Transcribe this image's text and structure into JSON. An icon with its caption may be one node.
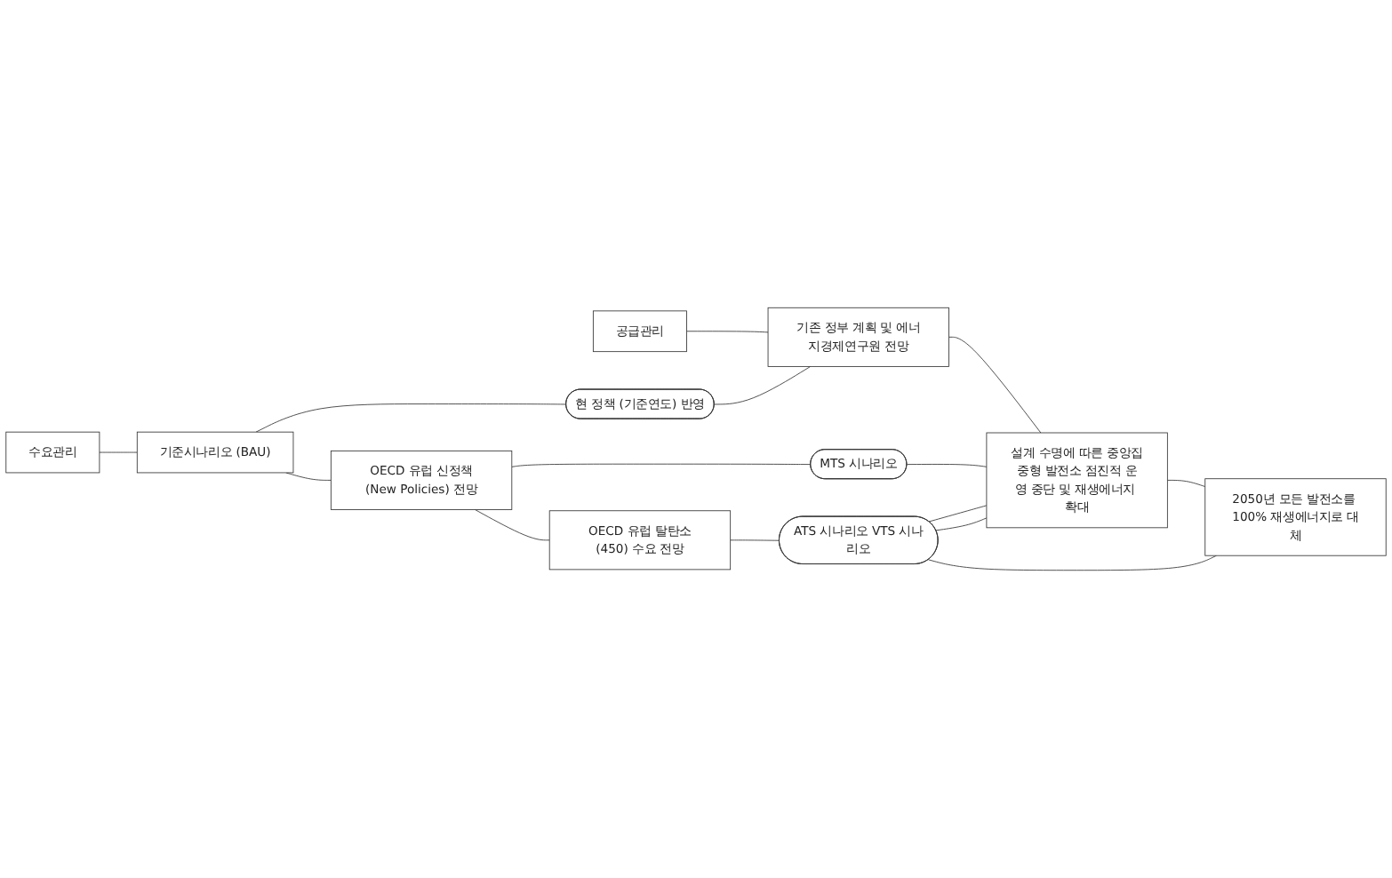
{
  "diagram": {
    "nodes": [
      {
        "text": [
          "수요관리"
        ]
      },
      {
        "text": [
          "공급관리"
        ]
      },
      {
        "text": [
          "기준시나리오 (BAU)"
        ]
      },
      {
        "text": [
          "현 정책 (기준연도) 반영"
        ]
      },
      {
        "text": [
          "기존 정부 계획 및 에너지경제연구원 전망"
        ]
      },
      {
        "text": [
          "OECD 유럽 신정책(New Policies) 전망"
        ]
      },
      {
        "text": [
          "MTS 시나리오"
        ]
      },
      {
        "text": [
          "설계 수명에 따른 중앙집중형 발전소 점진적 운영 중단 및 재생에너지 확대"
        ]
      },
      {
        "text": [
          "OECD 유럽 탈탄소(450) 수요 전망"
        ]
      },
      {
        "text": [
          "ATS 시나리오 VTS 시나리오"
        ]
      },
      {
        "text": [
          "2050년 모든 발전소를 100% 재생에너지로 대체"
        ]
      }
    ],
    "edges": [
      {
        "from": 0,
        "to": 2,
        "arrow": "none"
      },
      {
        "from": 2,
        "to": 5,
        "arrow": "none"
      },
      {
        "from": 5,
        "to": 8,
        "arrow": "none"
      },
      {
        "from": 1,
        "to": 4,
        "arrow": "none"
      },
      {
        "from": 4,
        "to": 7,
        "arrow": "none"
      },
      {
        "from": 7,
        "to": 10,
        "arrow": "none"
      },
      {
        "from": 2,
        "to": 3,
        "arrow": "none"
      },
      {
        "from": 3,
        "to": 4,
        "arrow": "none"
      },
      {
        "from": 5,
        "to": 6,
        "arrow": "none"
      },
      {
        "from": 6,
        "to": 7,
        "arrow": "none"
      },
      {
        "from": 8,
        "to": 9,
        "arrow": "none"
      },
      {
        "from": 9,
        "to": 10,
        "arrow": "none"
      },
      {
        "from": 9,
        "to": 7,
        "arrow": "none"
      },
      {
        "from": 9,
        "to": 7,
        "arrow": "none"
      }
    ]
  }
}
